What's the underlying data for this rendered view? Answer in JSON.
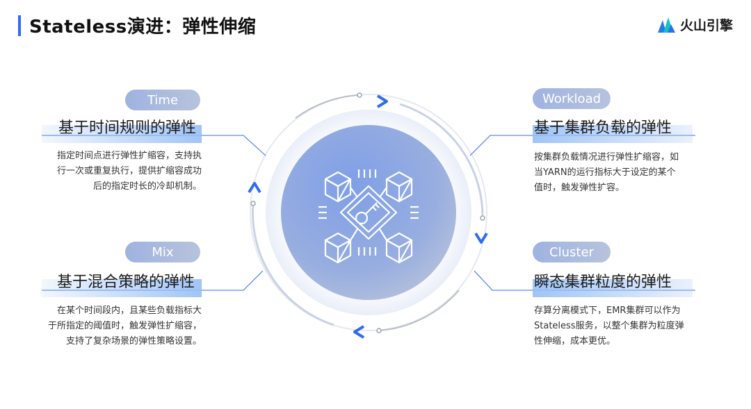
{
  "title": "Stateless演进：弹性伸缩",
  "brand": {
    "name": "火山引擎"
  },
  "items": {
    "time": {
      "tag": "Time",
      "heading": "基于时间规则的弹性",
      "desc": [
        "指定时间点进行弹性扩缩容，支持执",
        "行一次或重复执行，提供扩缩容成功",
        "后的指定时长的冷却机制。"
      ]
    },
    "mix": {
      "tag": "Mix",
      "heading": "基于混合策略的弹性",
      "desc": [
        "在某个时间段内，且某些负载指标大",
        "于所指定的阈值时，触发弹性扩缩容，",
        "支持了复杂场景的弹性策略设置。"
      ]
    },
    "workload": {
      "tag": "Workload",
      "heading": "基于集群负载的弹性",
      "desc": [
        "按集群负载情况进行弹性扩缩容，如",
        "当YARN的运行指标大于设定的某个",
        "值时，触发弹性扩容。"
      ]
    },
    "cluster": {
      "tag": "Cluster",
      "heading": "瞬态集群粒度的弹性",
      "desc": [
        "存算分离模式下，EMR集群可以作为",
        "Stateless服务，以整个集群为粒度弹",
        "性伸缩，成本更优。"
      ]
    }
  },
  "icons": {
    "center": "network-key-icon",
    "brand": "volcano-logo-icon"
  },
  "colors": {
    "accent": "#2f6bf0",
    "pill": "#a9b9de"
  }
}
